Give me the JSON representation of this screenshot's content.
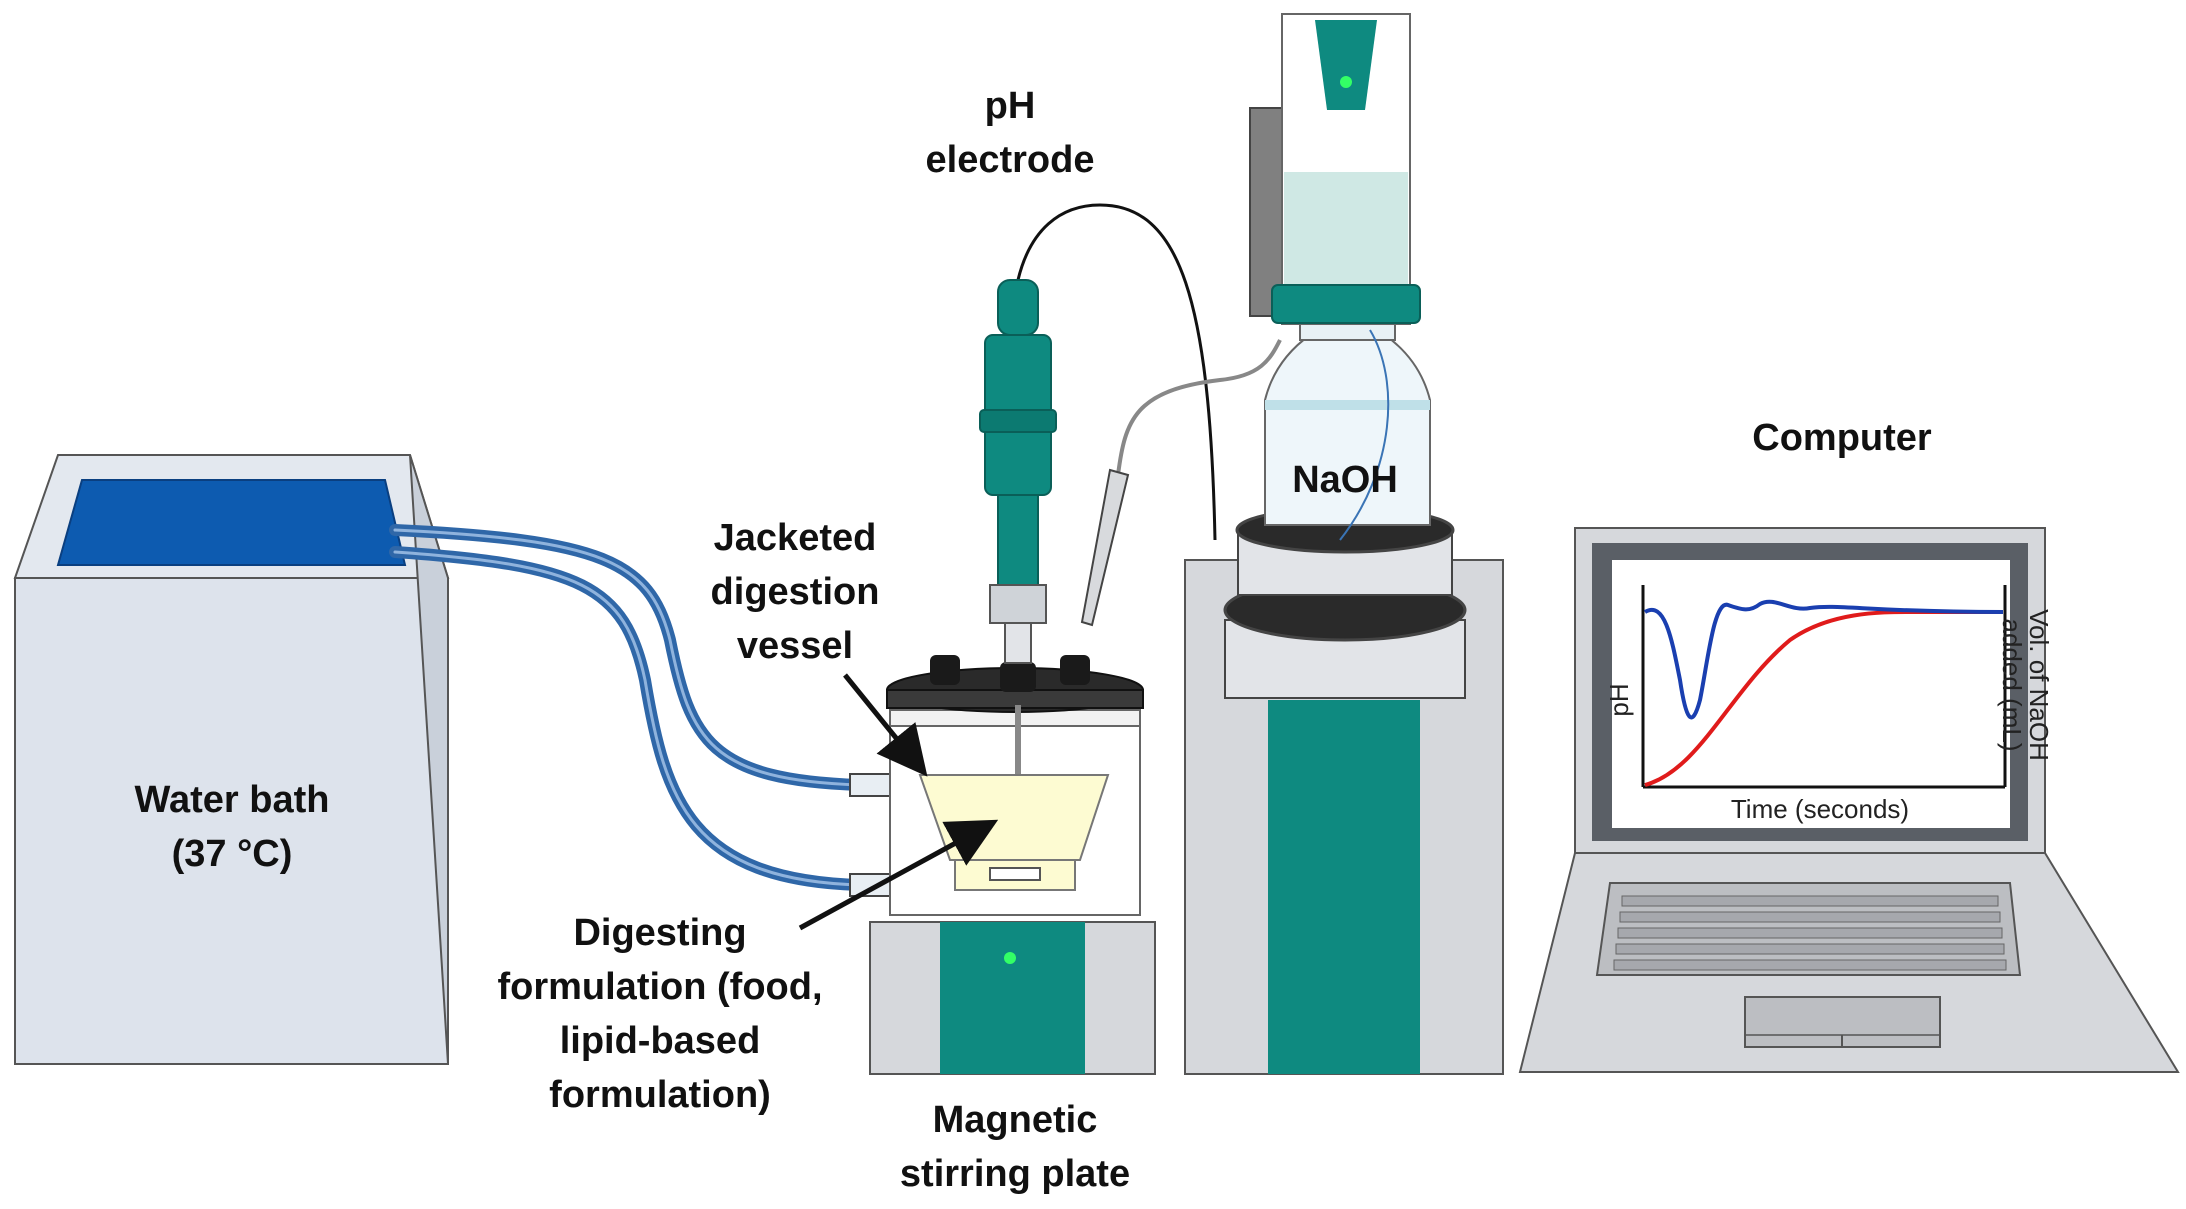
{
  "labels": {
    "ph_electrode_line1": "pH",
    "ph_electrode_line2": "electrode",
    "jacketed_line1": "Jacketed",
    "jacketed_line2": "digestion",
    "jacketed_line3": "vessel",
    "water_bath_line1": "Water bath",
    "water_bath_line2": "(37 °C)",
    "naoh": "NaOH",
    "computer": "Computer",
    "digesting_line1": "Digesting",
    "digesting_line2": "formulation (food,",
    "digesting_line3": "lipid-based",
    "digesting_line4": "formulation)",
    "magnetic_line1": "Magnetic",
    "magnetic_line2": "stirring plate"
  },
  "screen_plot": {
    "x_label": "Time (seconds)",
    "y_left_label": "pH",
    "y_right_label_line1": "Vol. of NaOH",
    "y_right_label_line2": "added (mL)",
    "ph_color": "#1a3fb0",
    "volume_color": "#e01b1b"
  },
  "colors": {
    "teal": "#0e8a80",
    "water_blue": "#0d5bb0",
    "tube_blue": "#2f67a8",
    "housing_grey": "#d6d8dc",
    "water_bath_grey": "#dde3ec",
    "formulation_yellow": "#fdfbd2"
  }
}
